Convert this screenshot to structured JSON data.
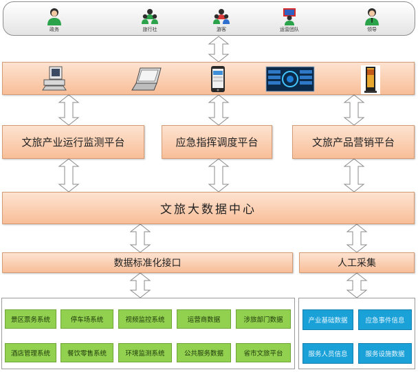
{
  "users": [
    {
      "label": "政务",
      "icon": "government-user-icon"
    },
    {
      "label": "旅行社",
      "icon": "travel-agency-group-icon"
    },
    {
      "label": "游客",
      "icon": "tourist-group-icon"
    },
    {
      "label": "运营团队",
      "icon": "operations-team-icon"
    },
    {
      "label": "领导",
      "icon": "leader-user-icon"
    }
  ],
  "devices": [
    {
      "icon": "desktop-computer-icon"
    },
    {
      "icon": "laptop-icon"
    },
    {
      "icon": "smartphone-icon"
    },
    {
      "icon": "large-screen-display-icon"
    },
    {
      "icon": "kiosk-terminal-icon"
    }
  ],
  "platforms": {
    "monitoring": "文旅产业运行监测平台",
    "emergency": "应急指挥调度平台",
    "marketing": "文旅产品营销平台"
  },
  "data_center": "文旅大数据中心",
  "interfaces": {
    "standard": "数据标准化接口",
    "manual": "人工采集"
  },
  "systems": [
    [
      "景区票务系统",
      "停车场系统",
      "视频监控系统",
      "运营商数据",
      "涉旅部门数据"
    ],
    [
      "酒店管理系统",
      "餐饮零售系统",
      "环境监测系统",
      "公共服务数据",
      "省市文旅平台"
    ]
  ],
  "manual_data": [
    [
      "产业基础数据",
      "应急事件信息"
    ],
    [
      "服务人员信息",
      "服务设施数据"
    ]
  ],
  "colors": {
    "orange_box": "#f8be98",
    "green_chip": "#92d050",
    "blue_chip": "#1aa1d8",
    "arrow_fill": "#ffffff",
    "arrow_stroke": "#8a8a8a"
  }
}
